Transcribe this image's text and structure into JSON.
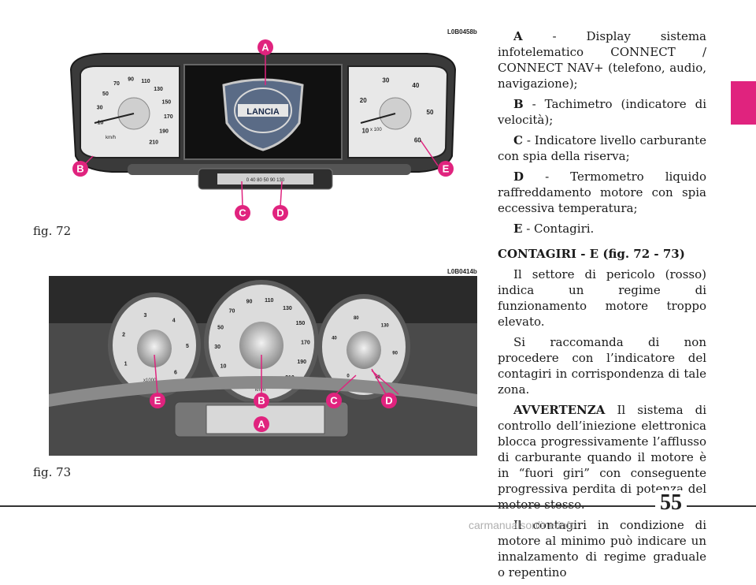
{
  "figures": {
    "fig72": {
      "code": "L0B0458b",
      "caption": "fig. 72",
      "logo": "LANCIA",
      "callouts": [
        "A",
        "B",
        "C",
        "D",
        "E"
      ],
      "speedo_ticks": [
        "10",
        "30",
        "50",
        "70",
        "90",
        "110",
        "130",
        "150",
        "170",
        "190",
        "210"
      ],
      "speedo_unit": "km/h",
      "tacho_ticks": [
        "10",
        "20",
        "30",
        "40",
        "50",
        "60"
      ],
      "tacho_unit": "x 100",
      "strip_labels": [
        "0",
        "40",
        "80",
        "50",
        "90",
        "130"
      ]
    },
    "fig73": {
      "code": "L0B0414b",
      "caption": "fig. 73",
      "callouts": [
        "E",
        "B",
        "C",
        "D",
        "A"
      ],
      "tacho_ticks": [
        "1",
        "2",
        "3",
        "4",
        "5",
        "6"
      ],
      "tacho_unit": "x1000",
      "speedo_ticks": [
        "10",
        "30",
        "50",
        "70",
        "90",
        "110",
        "130",
        "150",
        "170",
        "190",
        "210"
      ],
      "speedo_unit": "km/h",
      "gauge_ticks": [
        "40",
        "80",
        "130",
        "90",
        "50",
        "0"
      ]
    }
  },
  "text": {
    "items": [
      {
        "key": "A",
        "text": " - Display sistema infotelematico CONNECT / CONNECT NAV+ (telefono, audio, navigazione);"
      },
      {
        "key": "B",
        "text": " - Tachimetro (indicatore di velocità);"
      },
      {
        "key": "C",
        "text": " - Indicatore livello carburante con spia della riserva;"
      },
      {
        "key": "D",
        "text": " - Termometro liquido raffreddamento motore con spia eccessiva temperatura;"
      },
      {
        "key": "E",
        "text": " - Contagiri."
      }
    ],
    "heading_prefix": "CONTAGIRI - E (",
    "heading_ref": "fig. 72 - 73",
    "heading_suffix": ")",
    "para1": "Il settore di pericolo (rosso) indica un regime di funzionamento motore troppo elevato.",
    "para2": "Si raccomanda di non procedere con l’indicatore del contagiri in corrispondenza di tale zona.",
    "warning_label": "AVVERTENZA",
    "warning_text": " Il sistema di controllo dell’iniezione elettronica blocca progressivamente l’afflusso di carburante quando il motore è in “fuori giri” con conseguente progressiva perdita di potenza del motore stesso.",
    "para3": "Il contagiri in condizione di motore al minimo può indicare un innalzamento di regime graduale o repentino"
  },
  "page_number": "55",
  "watermark": "carmanualsonline.info",
  "colors": {
    "callout": "#e0237e",
    "section_tab": "#e0237e"
  }
}
